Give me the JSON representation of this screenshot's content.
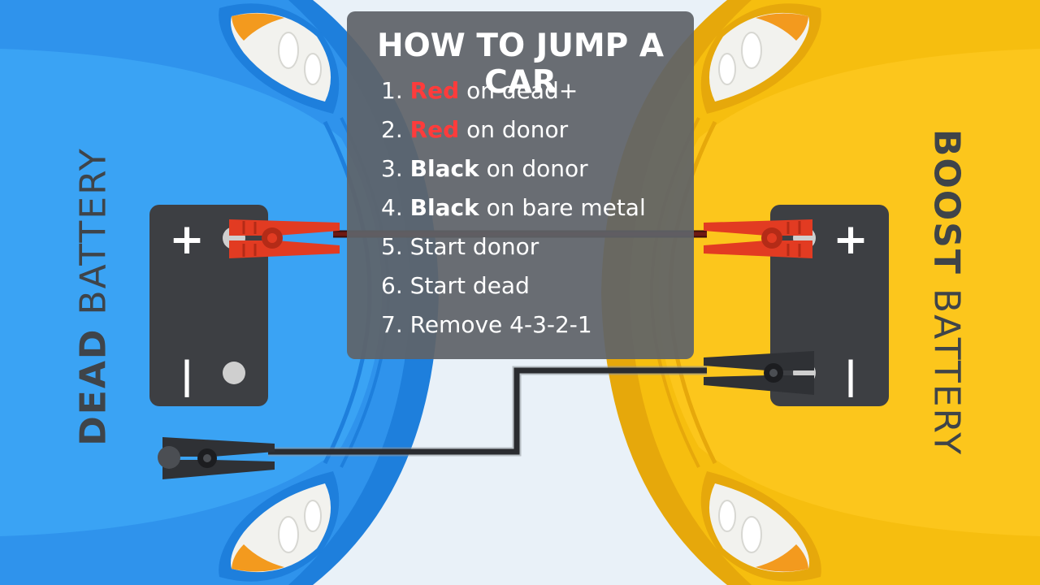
{
  "panel": {
    "title": "HOW TO JUMP A CAR",
    "steps": [
      {
        "num": "1.",
        "keyword": "Red",
        "keyword_color": "red",
        "rest": "on dead+"
      },
      {
        "num": "2.",
        "keyword": "Red",
        "keyword_color": "red",
        "rest": "on donor"
      },
      {
        "num": "3.",
        "keyword": "Black",
        "keyword_color": "white",
        "rest": "on donor"
      },
      {
        "num": "4.",
        "keyword": "Black",
        "keyword_color": "white",
        "rest": "on bare metal"
      },
      {
        "num": "5.",
        "keyword": "",
        "rest": "Start donor"
      },
      {
        "num": "6.",
        "keyword": "",
        "rest": "Start dead"
      },
      {
        "num": "7.",
        "keyword": "",
        "rest": "Remove 4-3-2-1"
      }
    ]
  },
  "labels": {
    "dead_strong": "DEAD",
    "dead_light": "BATTERY",
    "boost_strong": "BOOST",
    "boost_light": "BATTERY"
  },
  "batteries": {
    "dead": {
      "plus": "+",
      "minus": "|"
    },
    "boost": {
      "plus": "+",
      "minus": "|"
    }
  },
  "colors": {
    "dead_car": "#2f93ec",
    "boost_car": "#f6be0f",
    "battery": "#3d3f43",
    "red_clamp": "#e23b22",
    "black_clamp": "#2f3135",
    "keyword_red": "#ff3b3b"
  }
}
